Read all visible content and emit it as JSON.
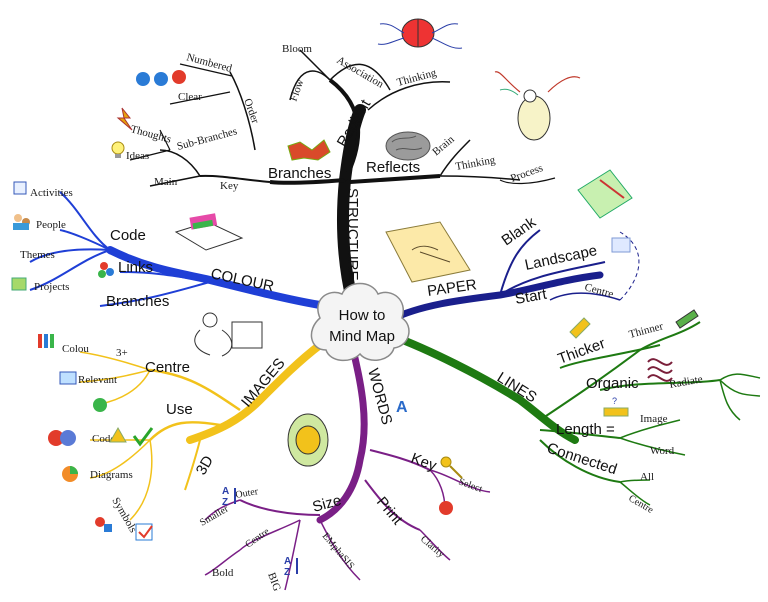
{
  "center": {
    "line1": "How to",
    "line2": "Mind Map"
  },
  "branches": {
    "structure": {
      "label": "STRUCTURE",
      "subs": {
        "branches": {
          "label": "Branches",
          "items": [
            "Main",
            "Key",
            "Sub-Branches",
            "Ideas",
            "Thoughts",
            "Order",
            "Numbered",
            "Clear"
          ]
        },
        "radiant": {
          "label": "Radiant",
          "items": [
            "Flow",
            "Bloom",
            "Association",
            "Thinking"
          ]
        },
        "reflects": {
          "label": "Reflects",
          "items": [
            "Brain",
            "Thinking",
            "Process"
          ]
        }
      }
    },
    "colour": {
      "label": "COLOUR",
      "subs": {
        "code": {
          "label": "Code",
          "items": [
            "Activities",
            "People",
            "Themes",
            "Projects"
          ]
        },
        "links": {
          "label": "Links"
        },
        "branches": {
          "label": "Branches"
        }
      }
    },
    "paper": {
      "label": "PAPER",
      "subs": {
        "blank": {
          "label": "Blank"
        },
        "landscape": {
          "label": "Landscape"
        },
        "start": {
          "label": "Start",
          "items": [
            "Centre"
          ]
        }
      }
    },
    "images": {
      "label": "IMAGES",
      "subs": {
        "centre": {
          "label": "Centre",
          "items": [
            "Colou",
            "3+",
            "Relevant"
          ]
        },
        "use": {
          "label": "Use",
          "items": [
            "Code",
            "Diagrams",
            "Symbols"
          ]
        },
        "threed": {
          "label": "3D"
        }
      }
    },
    "words": {
      "label": "WORDS",
      "subs": {
        "key": {
          "label": "Key",
          "items": [
            "Select"
          ]
        },
        "print": {
          "label": "Print",
          "items": [
            "Clarity"
          ]
        },
        "size": {
          "label": "Size",
          "items": [
            "Outer",
            "Smaller",
            "Centre",
            "Bold",
            "BIG",
            "EMphaSIS"
          ]
        }
      }
    },
    "lines": {
      "label": "LINES",
      "subs": {
        "thicker": {
          "label": "Thicker",
          "items": [
            "Thinner"
          ]
        },
        "organic": {
          "label": "Organic",
          "items": [
            "Radiate"
          ]
        },
        "length": {
          "label": "Length =",
          "items": [
            "Image",
            "Word"
          ]
        },
        "connected": {
          "label": "Connected",
          "items": [
            "All",
            "Centre"
          ]
        }
      }
    }
  },
  "colors": {
    "structure": "#111111",
    "colour": "#1f3fd6",
    "paper": "#1a1f8c",
    "images": "#f2c21b",
    "words": "#7a1f86",
    "lines": "#1e7a12"
  },
  "icons": [
    "brain-icon",
    "sketch-icon",
    "paper-map-icon",
    "figure-icon",
    "pencil-icon",
    "numbers-icon",
    "lightbulb-icon",
    "lightning-icon",
    "people-icon",
    "book-icon",
    "colored-balls-icon",
    "pencils-icon",
    "question-icon",
    "check-icon",
    "chart-icon",
    "sort-az-icon",
    "key-icon"
  ]
}
